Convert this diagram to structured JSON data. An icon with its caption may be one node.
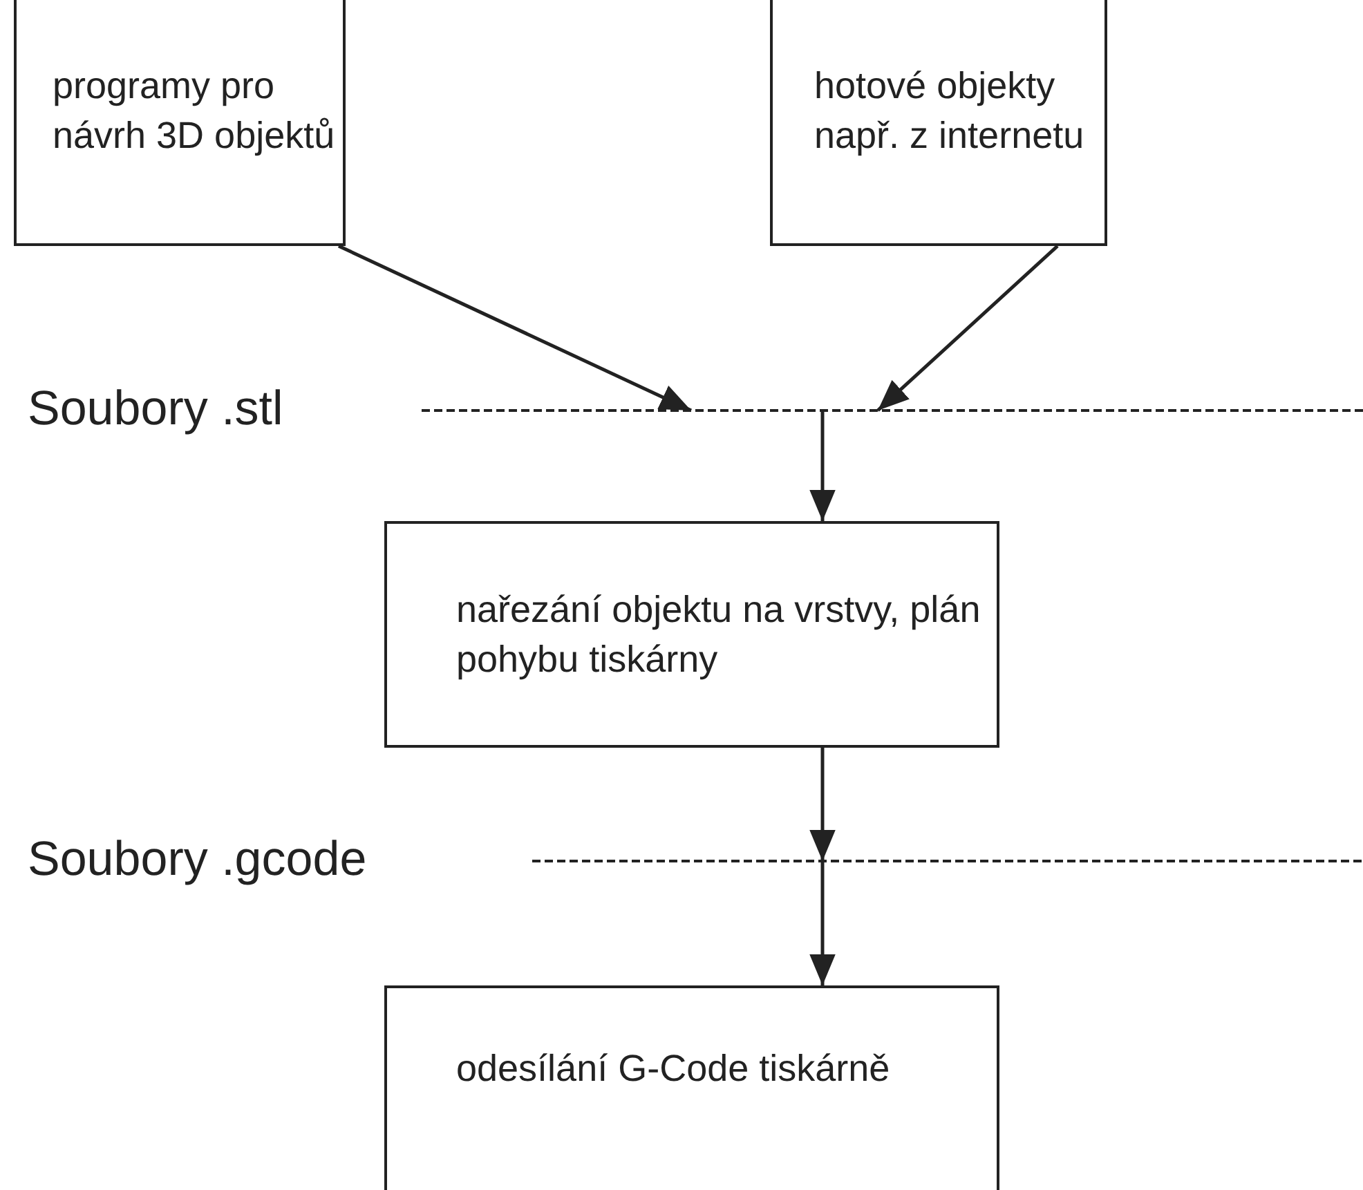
{
  "diagram": {
    "nodes": [
      {
        "text": [
          "programy pro návrh 3D objektů"
        ]
      },
      {
        "text": [
          "hotové objekty např. z internetu"
        ]
      },
      {
        "text": [
          "Soubory .stl"
        ]
      },
      {
        "text": [
          "nařezání objektu na vrstvy, plán pohybu tiskárny"
        ]
      },
      {
        "text": [
          "Soubory .gcode"
        ]
      },
      {
        "text": [
          "odesílání G-Code tiskárně"
        ]
      }
    ],
    "edges": [
      {
        "from": 0,
        "to": 2,
        "arrow": "to"
      },
      {
        "from": 1,
        "to": 2,
        "arrow": "to"
      },
      {
        "from": 2,
        "to": 3,
        "arrow": "to"
      },
      {
        "from": 3,
        "to": 4,
        "arrow": "to"
      },
      {
        "from": 4,
        "to": 5,
        "arrow": "to"
      }
    ]
  }
}
